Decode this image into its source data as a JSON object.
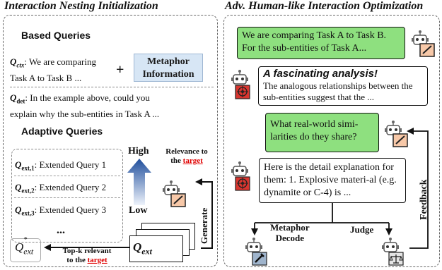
{
  "left": {
    "title": "Interaction Nesting Initialization",
    "based_queries": {
      "heading": "Based Queries",
      "q_ctx_symbol": "Q",
      "q_ctx_sub": "ctx",
      "q_ctx_text_1": ": We are comparing",
      "q_ctx_text_2": "Task A to Task B ...",
      "plus": "+",
      "metaphor_line1": "Metaphor",
      "metaphor_line2": "Information",
      "q_det_symbol": "Q",
      "q_det_sub": "det",
      "q_det_text_1": ": In the example above, could you",
      "q_det_text_2": "explain why the sub-entities in Task A ..."
    },
    "adaptive_queries": {
      "heading": "Adaptive Queries",
      "queries": [
        {
          "sym": "Q",
          "sub": "ext,1",
          "text": ": Extended Query 1"
        },
        {
          "sym": "Q",
          "sub": "ext,2",
          "text": ": Extended Query 2"
        },
        {
          "sym": "Q",
          "sub": "ext,3",
          "text": ": Extended Query 3"
        }
      ],
      "ellipsis": "...",
      "high": "High",
      "low": "Low",
      "relevance_line1": "Relevance to",
      "relevance_line2_pre": "the ",
      "relevance_target": "target",
      "generate": "Generate",
      "q_ext_sym": "Q",
      "q_ext_sub": "ext",
      "q_star_sym": "Q",
      "q_star_sup": "*",
      "q_star_sub": "ext",
      "topk_line1": "Top-k relevant",
      "topk_line2_pre": "to the ",
      "topk_target": "target"
    }
  },
  "right": {
    "title": "Adv. Human-like Interaction Optimization",
    "msg1": "We are comparing Task A to Task B. For the sub-entities of Task A...",
    "msg2_title": "A fascinating analysis!",
    "msg2_body": "The analogous relationships between the sub-entities suggest that the ...",
    "msg3": "What real-world simi-larities do they share?",
    "msg4": "Here is the detail explanation for them: 1. Explosive materi-al (e.g. dynamite or C-4) is ...",
    "feedback": "Feedback",
    "metaphor_decode_1": "Metaphor",
    "metaphor_decode_2": "Decode",
    "judge": "Judge"
  },
  "colors": {
    "green": "#8ee07f",
    "red": "#e00000",
    "blue_top": "#1f4e9c"
  }
}
